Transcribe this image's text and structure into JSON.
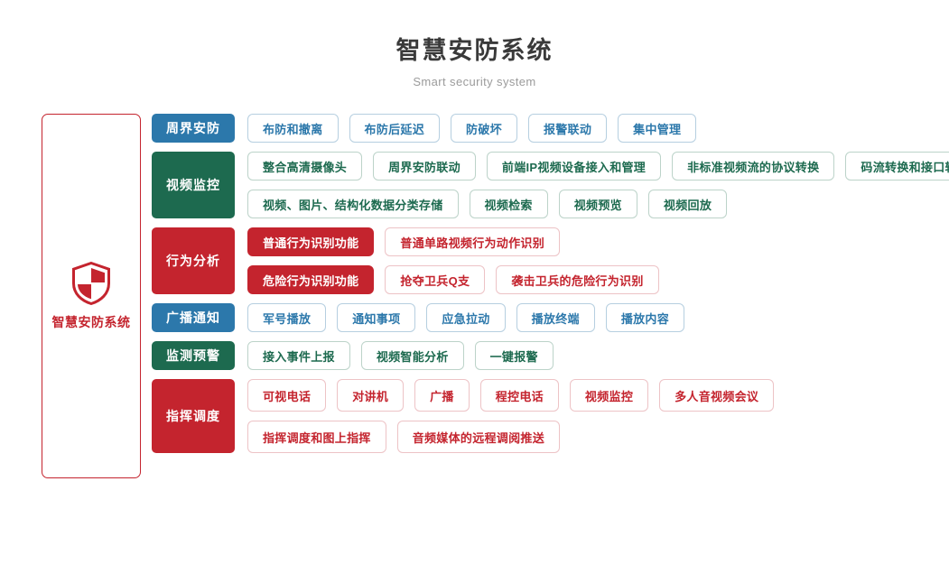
{
  "header": {
    "title": "智慧安防系统",
    "subtitle": "Smart security system"
  },
  "brand": {
    "icon": "shield-icon",
    "label": "智慧安防系统",
    "border_color": "#c4242e",
    "text_color": "#c4242e"
  },
  "colors": {
    "blue": "#2c78ab",
    "green": "#1d6a4f",
    "red": "#c4242e",
    "title": "#3a3a3a",
    "subtitle": "#9b9b9b"
  },
  "categories": [
    {
      "label": "周界安防",
      "color": "#2c78ab",
      "theme": "blue",
      "lines": [
        [
          {
            "label": "布防和撤离",
            "style": "outline"
          },
          {
            "label": "布防后延迟",
            "style": "outline"
          },
          {
            "label": "防破坏",
            "style": "outline"
          },
          {
            "label": "报警联动",
            "style": "outline"
          },
          {
            "label": "集中管理",
            "style": "outline"
          }
        ]
      ]
    },
    {
      "label": "视频监控",
      "color": "#1d6a4f",
      "theme": "green",
      "lines": [
        [
          {
            "label": "整合高清摄像头",
            "style": "outline"
          },
          {
            "label": "周界安防联动",
            "style": "outline"
          },
          {
            "label": "前端IP视频设备接入和管理",
            "style": "outline"
          },
          {
            "label": "非标准视频流的协议转换",
            "style": "outline"
          },
          {
            "label": "码流转换和接口转换",
            "style": "outline"
          }
        ],
        [
          {
            "label": "视频、图片、结构化数据分类存储",
            "style": "outline"
          },
          {
            "label": "视频检索",
            "style": "outline"
          },
          {
            "label": "视频预览",
            "style": "outline"
          },
          {
            "label": "视频回放",
            "style": "outline"
          }
        ]
      ]
    },
    {
      "label": "行为分析",
      "color": "#c4242e",
      "theme": "red",
      "lines": [
        [
          {
            "label": "普通行为识别功能",
            "style": "solid"
          },
          {
            "label": "普通单路视频行为动作识别",
            "style": "outline"
          }
        ],
        [
          {
            "label": "危险行为识别功能",
            "style": "solid"
          },
          {
            "label": "抢夺卫兵Q支",
            "style": "outline"
          },
          {
            "label": "袭击卫兵的危险行为识别",
            "style": "outline"
          }
        ]
      ]
    },
    {
      "label": "广播通知",
      "color": "#2c78ab",
      "theme": "blue",
      "lines": [
        [
          {
            "label": "军号播放",
            "style": "outline"
          },
          {
            "label": "通知事项",
            "style": "outline"
          },
          {
            "label": "应急拉动",
            "style": "outline"
          },
          {
            "label": "播放终端",
            "style": "outline"
          },
          {
            "label": "播放内容",
            "style": "outline"
          }
        ]
      ]
    },
    {
      "label": "监测预警",
      "color": "#1d6a4f",
      "theme": "green",
      "lines": [
        [
          {
            "label": "接入事件上报",
            "style": "outline"
          },
          {
            "label": "视频智能分析",
            "style": "outline"
          },
          {
            "label": "一键报警",
            "style": "outline"
          }
        ]
      ]
    },
    {
      "label": "指挥调度",
      "color": "#c4242e",
      "theme": "red",
      "tall": true,
      "lines": [
        [
          {
            "label": "可视电话",
            "style": "outline"
          },
          {
            "label": "对讲机",
            "style": "outline"
          },
          {
            "label": "广播",
            "style": "outline"
          },
          {
            "label": "程控电话",
            "style": "outline"
          },
          {
            "label": "视频监控",
            "style": "outline"
          },
          {
            "label": "多人音视频会议",
            "style": "outline"
          }
        ],
        [
          {
            "label": "指挥调度和图上指挥",
            "style": "outline"
          },
          {
            "label": "音频媒体的远程调阅推送",
            "style": "outline"
          }
        ]
      ]
    }
  ]
}
